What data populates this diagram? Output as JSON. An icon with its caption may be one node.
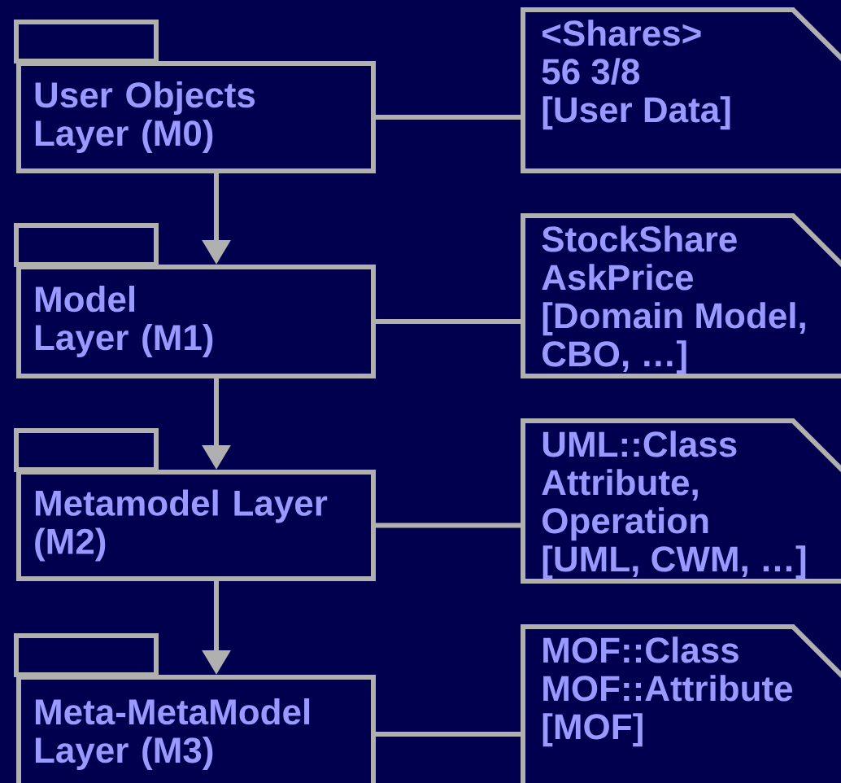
{
  "diagram": {
    "nodes": [
      {
        "text": [
          "User Objects Layer (M0)"
        ]
      },
      {
        "text": [
          "<Shares>",
          "56 3/8",
          "[User Data]"
        ]
      },
      {
        "text": [
          "Model Layer (M1)"
        ]
      },
      {
        "text": [
          "StockShare",
          "AskPrice",
          "[Domain Model, CBO, …]"
        ]
      },
      {
        "text": [
          "Metamodel Layer (M2)"
        ]
      },
      {
        "text": [
          "UML::Class",
          "Attribute, Operation",
          "[UML, CWM, …]"
        ]
      },
      {
        "text": [
          "Meta-MetaModel Layer (M3)"
        ]
      },
      {
        "text": [
          "MOF::Class",
          "MOF::Attribute",
          "[MOF]"
        ]
      }
    ],
    "edges": [
      {
        "from": 0,
        "to": 1,
        "arrow": "none"
      },
      {
        "from": 0,
        "to": 2,
        "arrow": "to"
      },
      {
        "from": 2,
        "to": 3,
        "arrow": "none"
      },
      {
        "from": 2,
        "to": 4,
        "arrow": "to"
      },
      {
        "from": 4,
        "to": 5,
        "arrow": "none"
      },
      {
        "from": 4,
        "to": 6,
        "arrow": "to"
      },
      {
        "from": 6,
        "to": 7,
        "arrow": "none"
      }
    ]
  }
}
